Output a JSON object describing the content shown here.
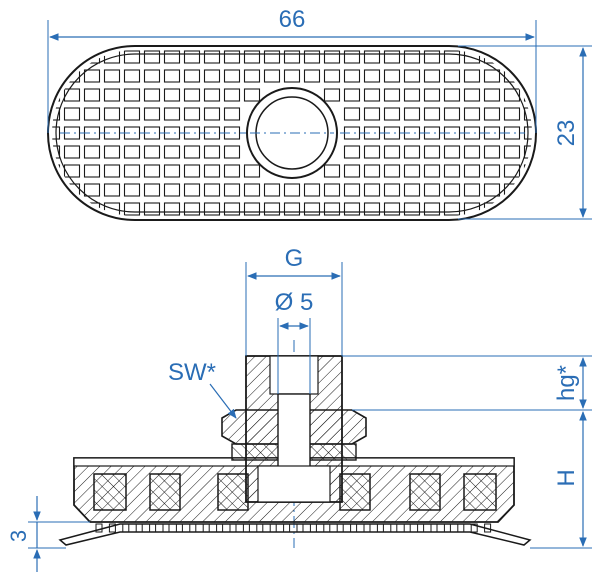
{
  "colors": {
    "dimension": "#2a6db5",
    "outline": "#1a1a1a",
    "background": "#ffffff"
  },
  "top_view": {
    "width_label": "66",
    "height_label": "23"
  },
  "side_view": {
    "thread_label": "G",
    "bore_label": "Ø 5",
    "wrench_label": "SW*",
    "thread_height_label": "hg*",
    "height_label": "H",
    "lip_label": "3"
  }
}
